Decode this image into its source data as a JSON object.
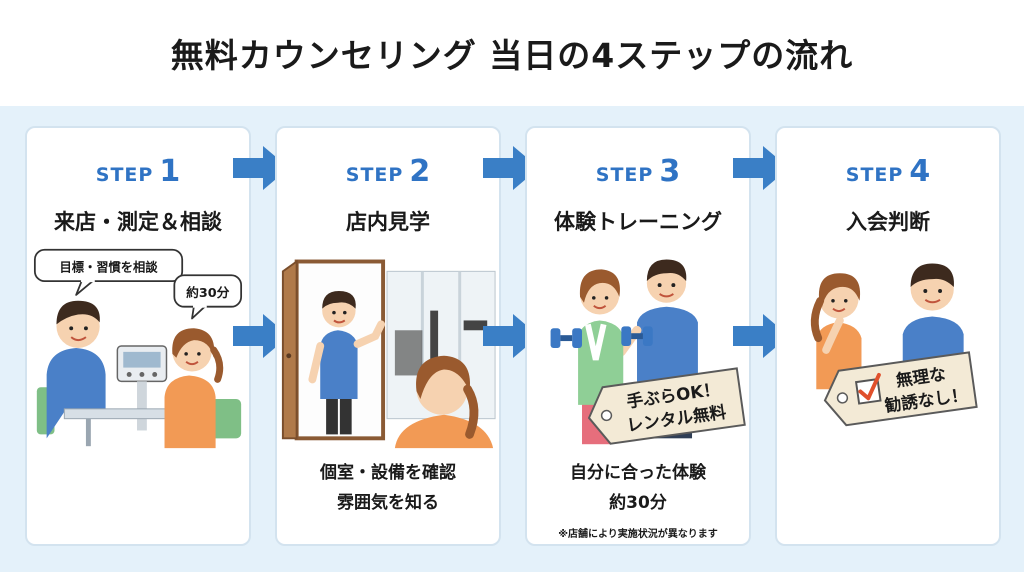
{
  "page": {
    "title": "無料カウンセリング 当日の4ステップの流れ"
  },
  "steps": [
    {
      "step_word": "STEP",
      "step_number": "1",
      "title": "来店・測定＆相談",
      "bubble_left": "目標・習慣を相談",
      "bubble_right": "約30分"
    },
    {
      "step_word": "STEP",
      "step_number": "2",
      "title": "店内見学",
      "caption_line1": "個室・設備を確認",
      "caption_line2": "雰囲気を知る"
    },
    {
      "step_word": "STEP",
      "step_number": "3",
      "title": "体験トレーニング",
      "tag_line1": "手ぶらOK！",
      "tag_line2": "レンタル無料",
      "caption_line1": "自分に合った体験",
      "caption_line2": "約30分",
      "note": "※店舗により実施状況が異なります"
    },
    {
      "step_word": "STEP",
      "step_number": "4",
      "title": "入会判断",
      "tag_line1": "無理な",
      "tag_line2": "勧誘なし！"
    }
  ],
  "colors": {
    "accent_blue": "#2f73c4",
    "arrow_blue": "#3a7fc6",
    "stage_bg": "#e4f1fa",
    "shirt_blue": "#4a80c8",
    "shirt_orange": "#f29a55",
    "tag_bg": "#f3ead6"
  },
  "icons": [
    "arrow-right-icon",
    "checkbox-check-icon",
    "dumbbell-icon",
    "body-composition-scale-icon"
  ]
}
